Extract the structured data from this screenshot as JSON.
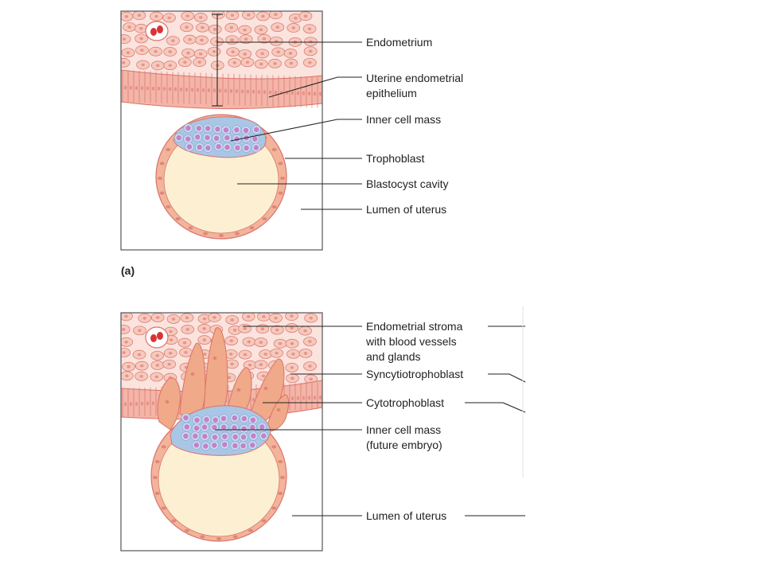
{
  "colors": {
    "tissue_bg": "#fbe3de",
    "cell_fill": "#f6c9bd",
    "cell_stroke": "#d9736a",
    "epithelium_fill": "#f4b5a8",
    "cavity_fill": "#fdf0d2",
    "trophoblast_fill": "#f2b49b",
    "inner_mass_fill": "#a9c6e6",
    "nucleus_fill": "#c66fc6",
    "syncytio_fill": "#f0a989",
    "blood_fill": "#d93434"
  },
  "panel_a": {
    "tag": "(a)",
    "labels": {
      "endometrium": "Endometrium",
      "epithelium_line1": "Uterine endometrial",
      "epithelium_line2": "epithelium",
      "inner_cell_mass": "Inner cell mass",
      "trophoblast": "Trophoblast",
      "blastocyst_cavity": "Blastocyst cavity",
      "lumen": "Lumen of uterus"
    }
  },
  "panel_b": {
    "labels": {
      "stroma_line1": "Endometrial stroma",
      "stroma_line2": "with blood vessels",
      "stroma_line3": "and glands",
      "syncytiotrophoblast": "Syncytiotrophoblast",
      "cytotrophoblast": "Cytotrophoblast",
      "inner_mass_line1": "Inner cell mass",
      "inner_mass_line2": "(future embryo)",
      "lumen": "Lumen of uterus"
    }
  }
}
